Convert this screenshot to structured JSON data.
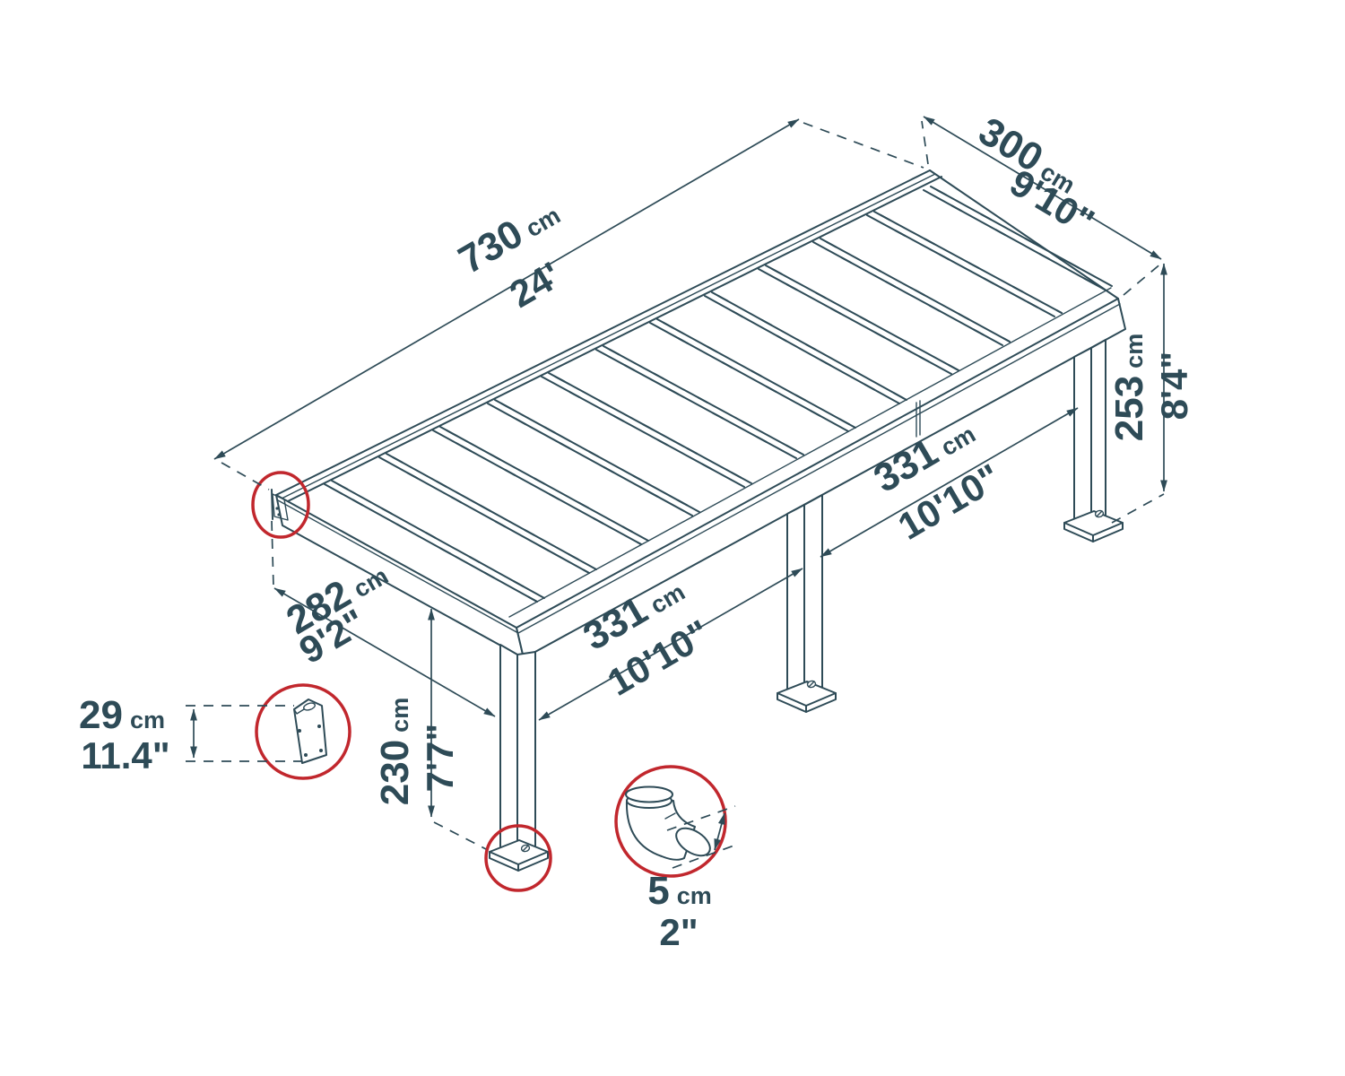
{
  "colors": {
    "line": "#2e4b57",
    "accent_red": "#c1272d",
    "background": "#ffffff"
  },
  "dimensions": {
    "length": {
      "value": "730",
      "unit": "cm",
      "imperial": "24'"
    },
    "depth": {
      "value": "300",
      "unit": "cm",
      "imperial": "9'10\""
    },
    "rear_height": {
      "value": "253",
      "unit": "cm",
      "imperial": "8'4\""
    },
    "bay_right": {
      "value": "331",
      "unit": "cm",
      "imperial": "10'10\""
    },
    "bay_front": {
      "value": "331",
      "unit": "cm",
      "imperial": "10'10\""
    },
    "side_depth": {
      "value": "282",
      "unit": "cm",
      "imperial": "9'2\""
    },
    "post_height": {
      "value": "230",
      "unit": "cm",
      "imperial": "7'7\""
    },
    "wall_bracket_height": {
      "value": "29",
      "unit": "cm",
      "imperial": "11.4\""
    },
    "drain_pipe_diameter": {
      "value": "5",
      "unit": "cm",
      "imperial": "2\""
    }
  }
}
